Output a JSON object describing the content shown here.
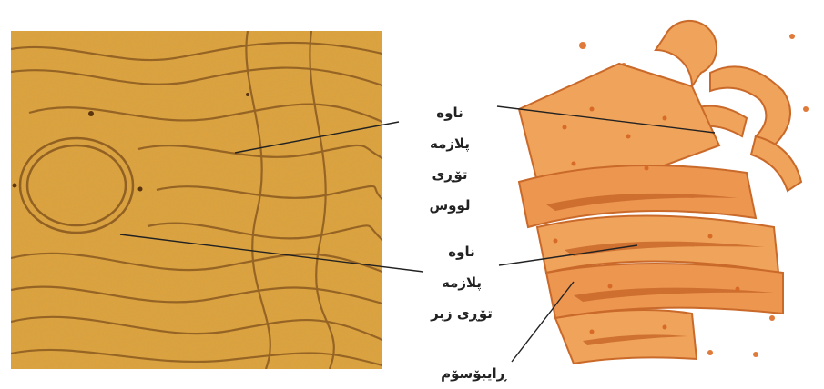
{
  "labels": {
    "smooth_er": [
      "ناوه",
      "پلازمه",
      "تۆڕی",
      "لووس"
    ],
    "rough_er": [
      "ناوه",
      "پلازمه",
      "تۆڕی زبر"
    ],
    "ribosome": "ڕایبۆسۆم"
  },
  "colors": {
    "micrograph_bg": "#e2a43a",
    "micrograph_membrane": "#8a5a20",
    "er_body": "#f0a35a",
    "er_shadow": "#c9692a",
    "er_highlight": "#f7c08a",
    "leader_line": "#222222"
  }
}
